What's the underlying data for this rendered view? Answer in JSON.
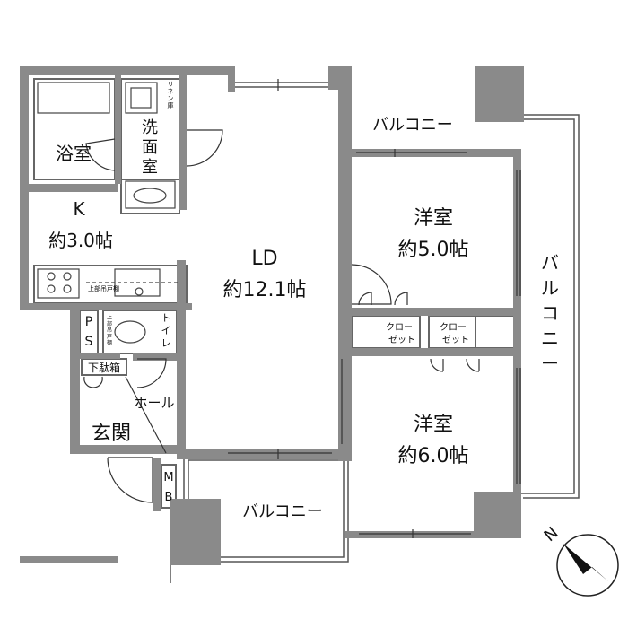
{
  "rooms": {
    "bath": "浴室",
    "washroom": [
      "洗",
      "面",
      "室"
    ],
    "linen": [
      "リ",
      "ネ",
      "ン",
      "庫"
    ],
    "kitchen": "K",
    "kitchen_area": "約3.0帖",
    "ld": "LD",
    "ld_area": "約12.1帖",
    "bed1": "洋室",
    "bed1_area": "約5.0帖",
    "bed2": "洋室",
    "bed2_area": "約6.0帖",
    "toilet": [
      "ト",
      "イ",
      "レ"
    ],
    "ps": [
      "P",
      "S"
    ],
    "mb": [
      "M",
      "B"
    ],
    "shoe": "下駄箱",
    "hall": "ホール",
    "entrance": "玄関",
    "closet1": [
      "クロー",
      "ゼット"
    ],
    "closet2": [
      "クロー",
      "ゼット"
    ],
    "upper_cabinet": "上部吊戸棚",
    "toilet_cabinet": [
      "上",
      "部",
      "吊",
      "戸",
      "棚"
    ]
  },
  "balconies": {
    "top": "バルコニー",
    "bottom": "バルコニー",
    "right": [
      "バ",
      "ル",
      "コ",
      "ニ",
      "ー"
    ]
  },
  "compass": {
    "label": "N"
  }
}
